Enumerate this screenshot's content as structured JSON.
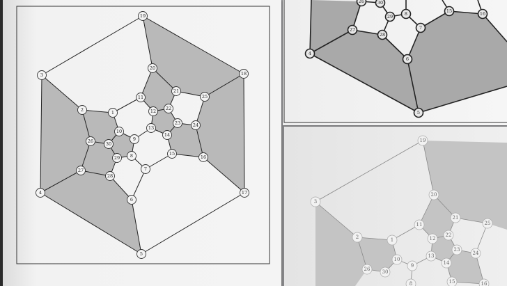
{
  "main_graph": {
    "nodes": [
      {
        "id": "19",
        "label": "19"
      },
      {
        "id": "3",
        "label": "3"
      },
      {
        "id": "18",
        "label": "18"
      },
      {
        "id": "4",
        "label": "4"
      },
      {
        "id": "17",
        "label": "17"
      },
      {
        "id": "5",
        "label": "5"
      },
      {
        "id": "20",
        "label": "20"
      },
      {
        "id": "11",
        "label": "11"
      },
      {
        "id": "21",
        "label": "21"
      },
      {
        "id": "25",
        "label": "25"
      },
      {
        "id": "12",
        "label": "12"
      },
      {
        "id": "22",
        "label": "22"
      },
      {
        "id": "2",
        "label": "2"
      },
      {
        "id": "1",
        "label": "1"
      },
      {
        "id": "23",
        "label": "23"
      },
      {
        "id": "24",
        "label": "24"
      },
      {
        "id": "13",
        "label": "13"
      },
      {
        "id": "14",
        "label": "14"
      },
      {
        "id": "10",
        "label": "10"
      },
      {
        "id": "9",
        "label": "9"
      },
      {
        "id": "26",
        "label": "26"
      },
      {
        "id": "30",
        "label": "30"
      },
      {
        "id": "15",
        "label": "15"
      },
      {
        "id": "16",
        "label": "16"
      },
      {
        "id": "29",
        "label": "29"
      },
      {
        "id": "8",
        "label": "8"
      },
      {
        "id": "27",
        "label": "27"
      },
      {
        "id": "7",
        "label": "7"
      },
      {
        "id": "28",
        "label": "28"
      },
      {
        "id": "6",
        "label": "6"
      }
    ]
  },
  "top_right_visible_labels": [
    "26",
    "30",
    "8",
    "29",
    "7",
    "27",
    "28",
    "4",
    "6",
    "5",
    "15",
    "16"
  ],
  "bottom_right_visible_labels": [
    "19",
    "3",
    "20",
    "11",
    "21",
    "25",
    "2",
    "1",
    "12",
    "22",
    "23",
    "24",
    "26",
    "30",
    "10",
    "9",
    "13",
    "14",
    "15",
    "16",
    "8"
  ]
}
